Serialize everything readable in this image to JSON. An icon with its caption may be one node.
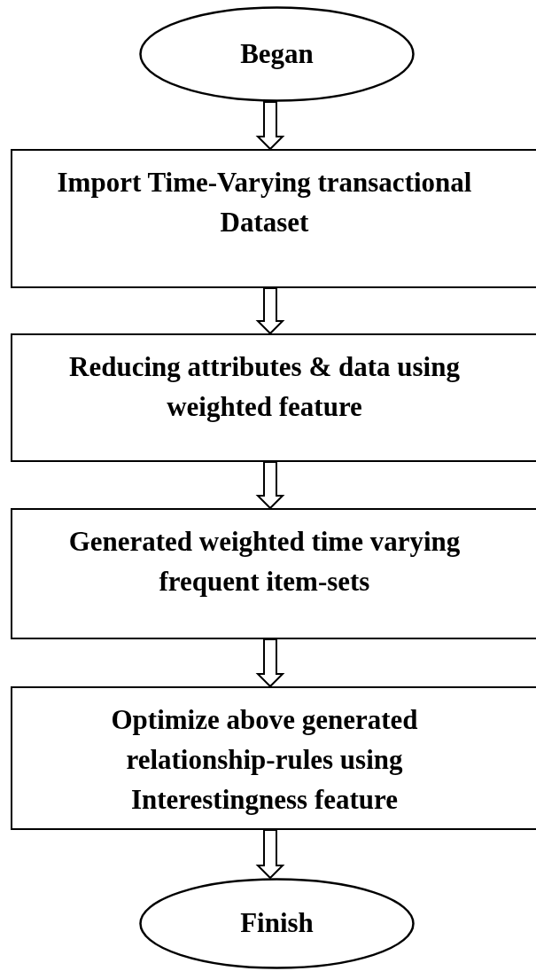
{
  "diagram": {
    "nodes": [
      {
        "text": [
          "Began"
        ]
      },
      {
        "text": [
          "Import Time-Varying transactional Dataset"
        ]
      },
      {
        "text": [
          "Reducing attributes & data using weighted feature"
        ]
      },
      {
        "text": [
          "Generated weighted time varying frequent item-sets"
        ]
      },
      {
        "text": [
          "Optimize above generated relationship-rules using Interestingness feature"
        ]
      },
      {
        "text": [
          "Finish"
        ]
      }
    ],
    "edges": [
      {
        "from": 0,
        "to": 1,
        "arrow": "to"
      },
      {
        "from": 1,
        "to": 2,
        "arrow": "to"
      },
      {
        "from": 2,
        "to": 3,
        "arrow": "to"
      },
      {
        "from": 3,
        "to": 4,
        "arrow": "to"
      },
      {
        "from": 4,
        "to": 5,
        "arrow": "to"
      }
    ]
  }
}
